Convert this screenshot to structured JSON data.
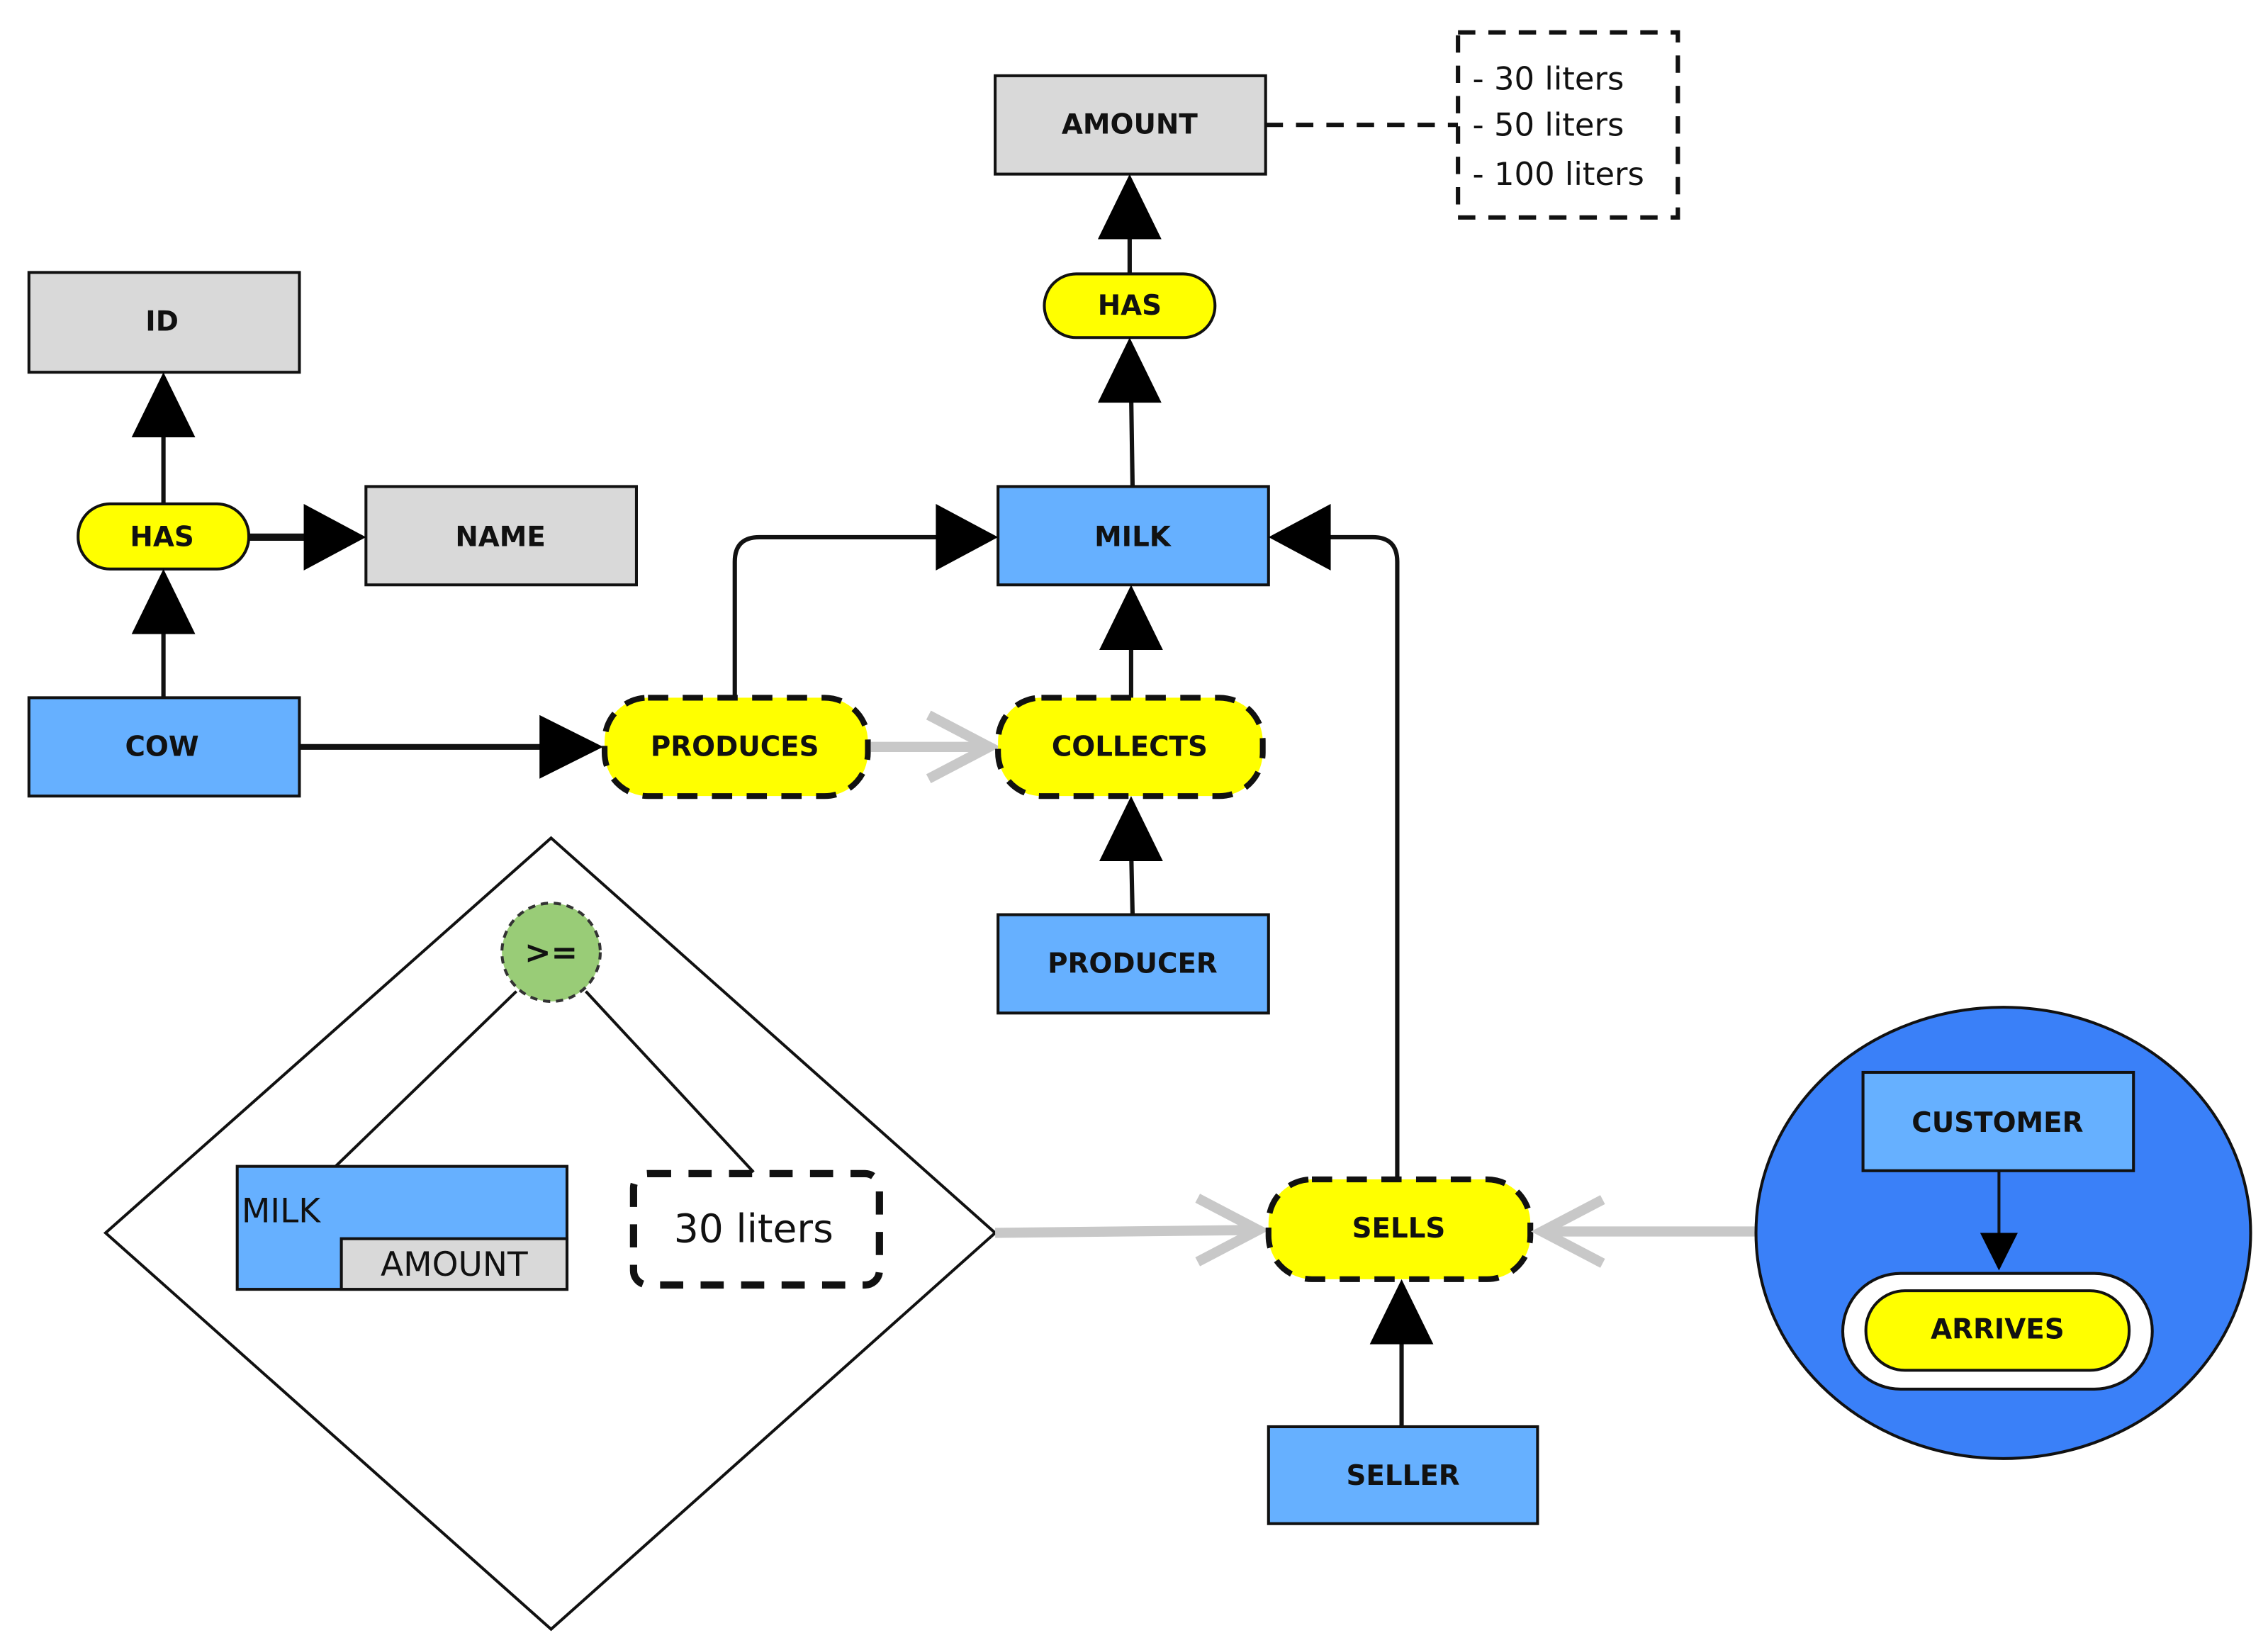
{
  "colors": {
    "entity": "#66b0ff",
    "attribute": "#d9d9d9",
    "relationship": "#ffff00",
    "condition": "#99cc77",
    "group": "#3a80f8"
  },
  "nodes": {
    "amount": "AMOUNT",
    "amount_values": [
      "- 30 liters",
      "- 50 liters",
      "- 100 liters"
    ],
    "has_milk": "HAS",
    "id": "ID",
    "has_cow": "HAS",
    "name": "NAME",
    "cow": "COW",
    "milk": "MILK",
    "produces": "PRODUCES",
    "collects": "COLLECTS",
    "producer": "PRODUCER",
    "sells": "SELLS",
    "seller": "SELLER",
    "customer": "CUSTOMER",
    "arrives": "ARRIVES"
  },
  "condition": {
    "operator": ">=",
    "left_entity": "MILK",
    "left_attribute": "AMOUNT",
    "right_value": "30 liters"
  }
}
